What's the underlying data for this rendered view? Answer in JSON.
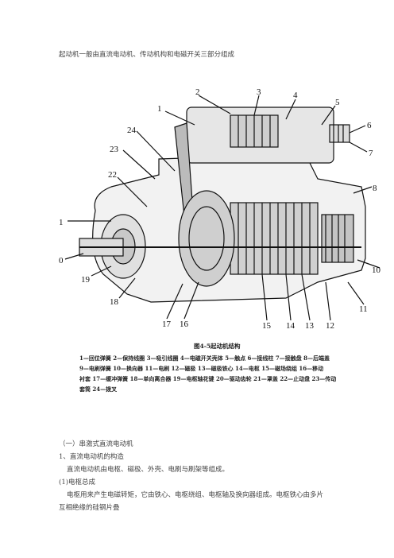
{
  "intro": "起动机一般由直流电动机、传动机构和电磁开关三部分组成",
  "figure": {
    "labels": [
      "1",
      "2",
      "3",
      "4",
      "5",
      "6",
      "7",
      "8",
      "10",
      "11",
      "12",
      "13",
      "14",
      "15",
      "16",
      "17",
      "18",
      "19",
      "22",
      "23",
      "24",
      "1",
      "0"
    ],
    "caption_title": "图4-5起动机结构",
    "legend_lines": [
      "1—回位弹簧 2—保持线圈 3—吸引线圈 4—电磁开关壳体 5—触点 6—接线柱 7—接触盘 8—后端盖",
      "9—电刷弹簧 10—换向器 11—电刷 12—磁极 13—磁极铁心 14—电枢 15—磁场绕组 16—移动",
      "衬套 17—缓冲弹簧 18—单向离合器 19—电枢轴花键 20—驱动齿轮 21—罩盖 22—止动盘 23—传动",
      "套筒 24—拨叉"
    ]
  },
  "section": {
    "heading": "（一）串激式直流电动机",
    "sub1": "1、直流电动机的构造",
    "p1": "直流电动机由电枢、磁极、外壳、电刷与刷架等组成。",
    "sub2": "(1)电枢总成",
    "p2a": "电枢用来产生电磁转矩，它由铁心、电枢绕组、电枢轴及换向器组成。电枢铁心由多片",
    "p2b": "互相绝缘的硅钢片叠"
  }
}
